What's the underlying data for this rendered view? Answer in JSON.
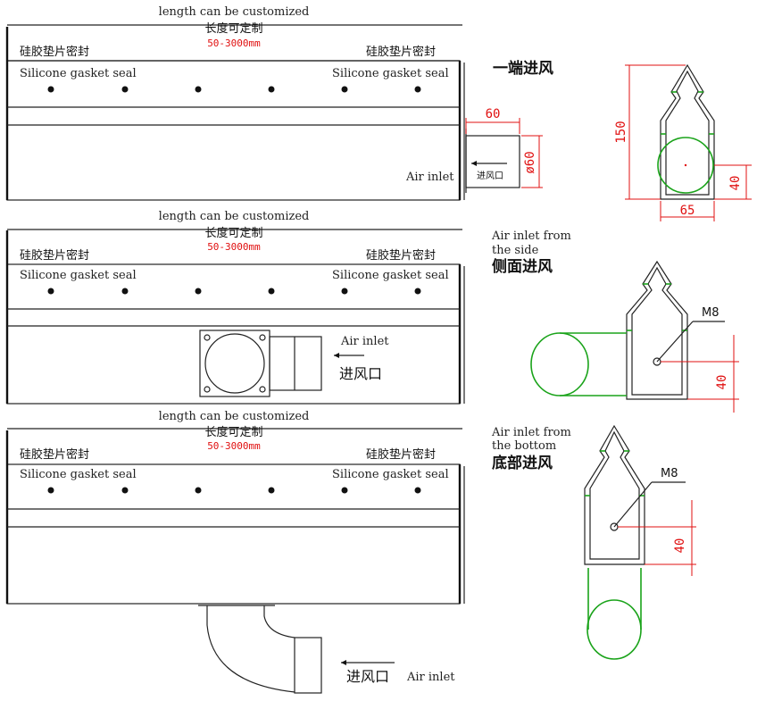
{
  "labels": {
    "length_en": "length can be customized",
    "length_cn": "长度可定制",
    "length_range": "50-3000mm",
    "gasket_cn": "硅胶垫片密封",
    "gasket_en": "Silicone gasket seal",
    "air_inlet_en": "Air inlet",
    "air_inlet_cn": "进风口"
  },
  "views": {
    "end": {
      "title_cn": "一端进风"
    },
    "side": {
      "title_en_line1": "Air inlet from",
      "title_en_line2": "the side",
      "title_cn": "侧面进风"
    },
    "bottom": {
      "title_en_line1": "Air inlet from",
      "title_en_line2": "the bottom",
      "title_cn": "底部进风"
    }
  },
  "dimensions": {
    "inlet_length": "60",
    "inlet_diameter": "ø60",
    "height": "150",
    "width": "65",
    "center_height": "40",
    "thread": "M8"
  },
  "colors": {
    "dimension": "#e01010",
    "outline": "#1aa31a",
    "line": "#222222"
  }
}
